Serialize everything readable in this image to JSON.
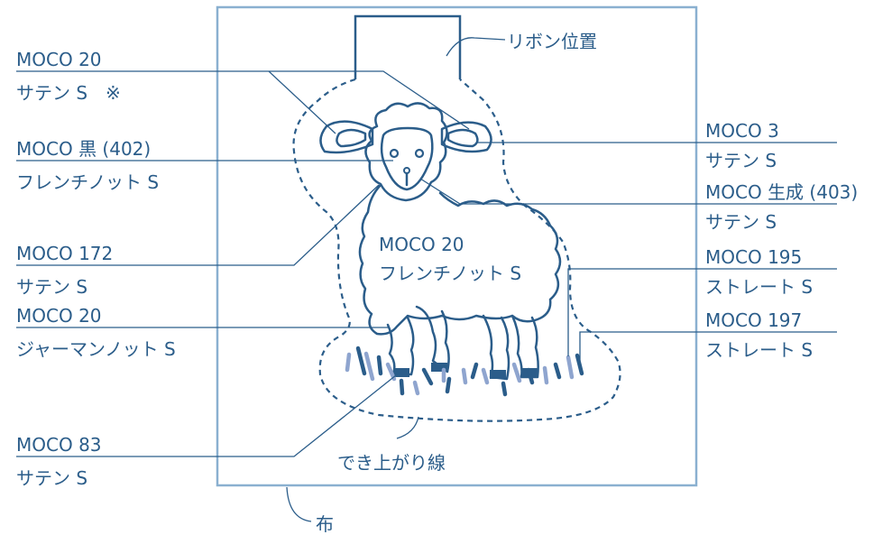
{
  "colors": {
    "ink": "#2b5d8a",
    "frame": "#8ab0d0",
    "grass_light": "#8fa5cf",
    "grass_dark": "#2b5d8a"
  },
  "annotations": {
    "moco20_satin": {
      "line1": "MOCO 20",
      "line2": "サテン S　※"
    },
    "black_french": {
      "line1": "MOCO 黒 (402)",
      "line2": "フレンチノット S"
    },
    "moco172_satin": {
      "line1": "MOCO 172",
      "line2": "サテン S"
    },
    "moco20_german": {
      "line1": "MOCO 20",
      "line2": "ジャーマンノット S"
    },
    "moco83_satin": {
      "line1": "MOCO 83",
      "line2": "サテン S"
    },
    "moco3_satin": {
      "line1": "MOCO 3",
      "line2": "サテン S"
    },
    "kinari_satin": {
      "line1": "MOCO 生成 (403)",
      "line2": "サテン S"
    },
    "moco195_straight": {
      "line1": "MOCO 195",
      "line2": "ストレート S"
    },
    "moco197_straight": {
      "line1": "MOCO 197",
      "line2": "ストレート S"
    },
    "body_french": {
      "line1": "MOCO 20",
      "line2": "フレンチノット S"
    }
  },
  "callouts": {
    "ribbon": "リボン位置",
    "finish_line": "でき上がり線",
    "fabric": "布"
  }
}
